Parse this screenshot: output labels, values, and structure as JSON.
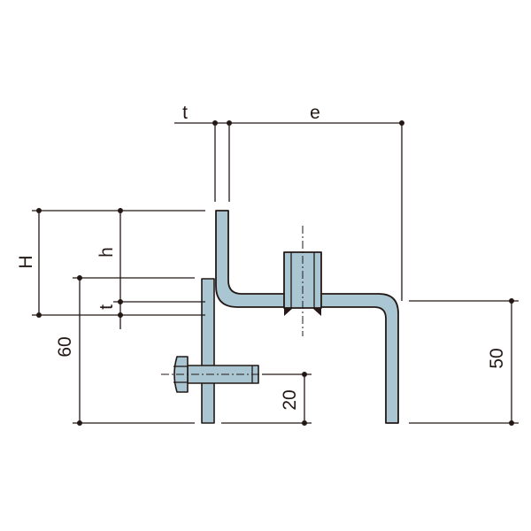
{
  "labels": {
    "t_top": "t",
    "e": "e",
    "H": "H",
    "h": "h",
    "t_side": "t",
    "dim_60": "60",
    "dim_50": "50",
    "dim_20": "20"
  },
  "colors": {
    "steel": "#a9c6d2",
    "line": "#231815"
  }
}
